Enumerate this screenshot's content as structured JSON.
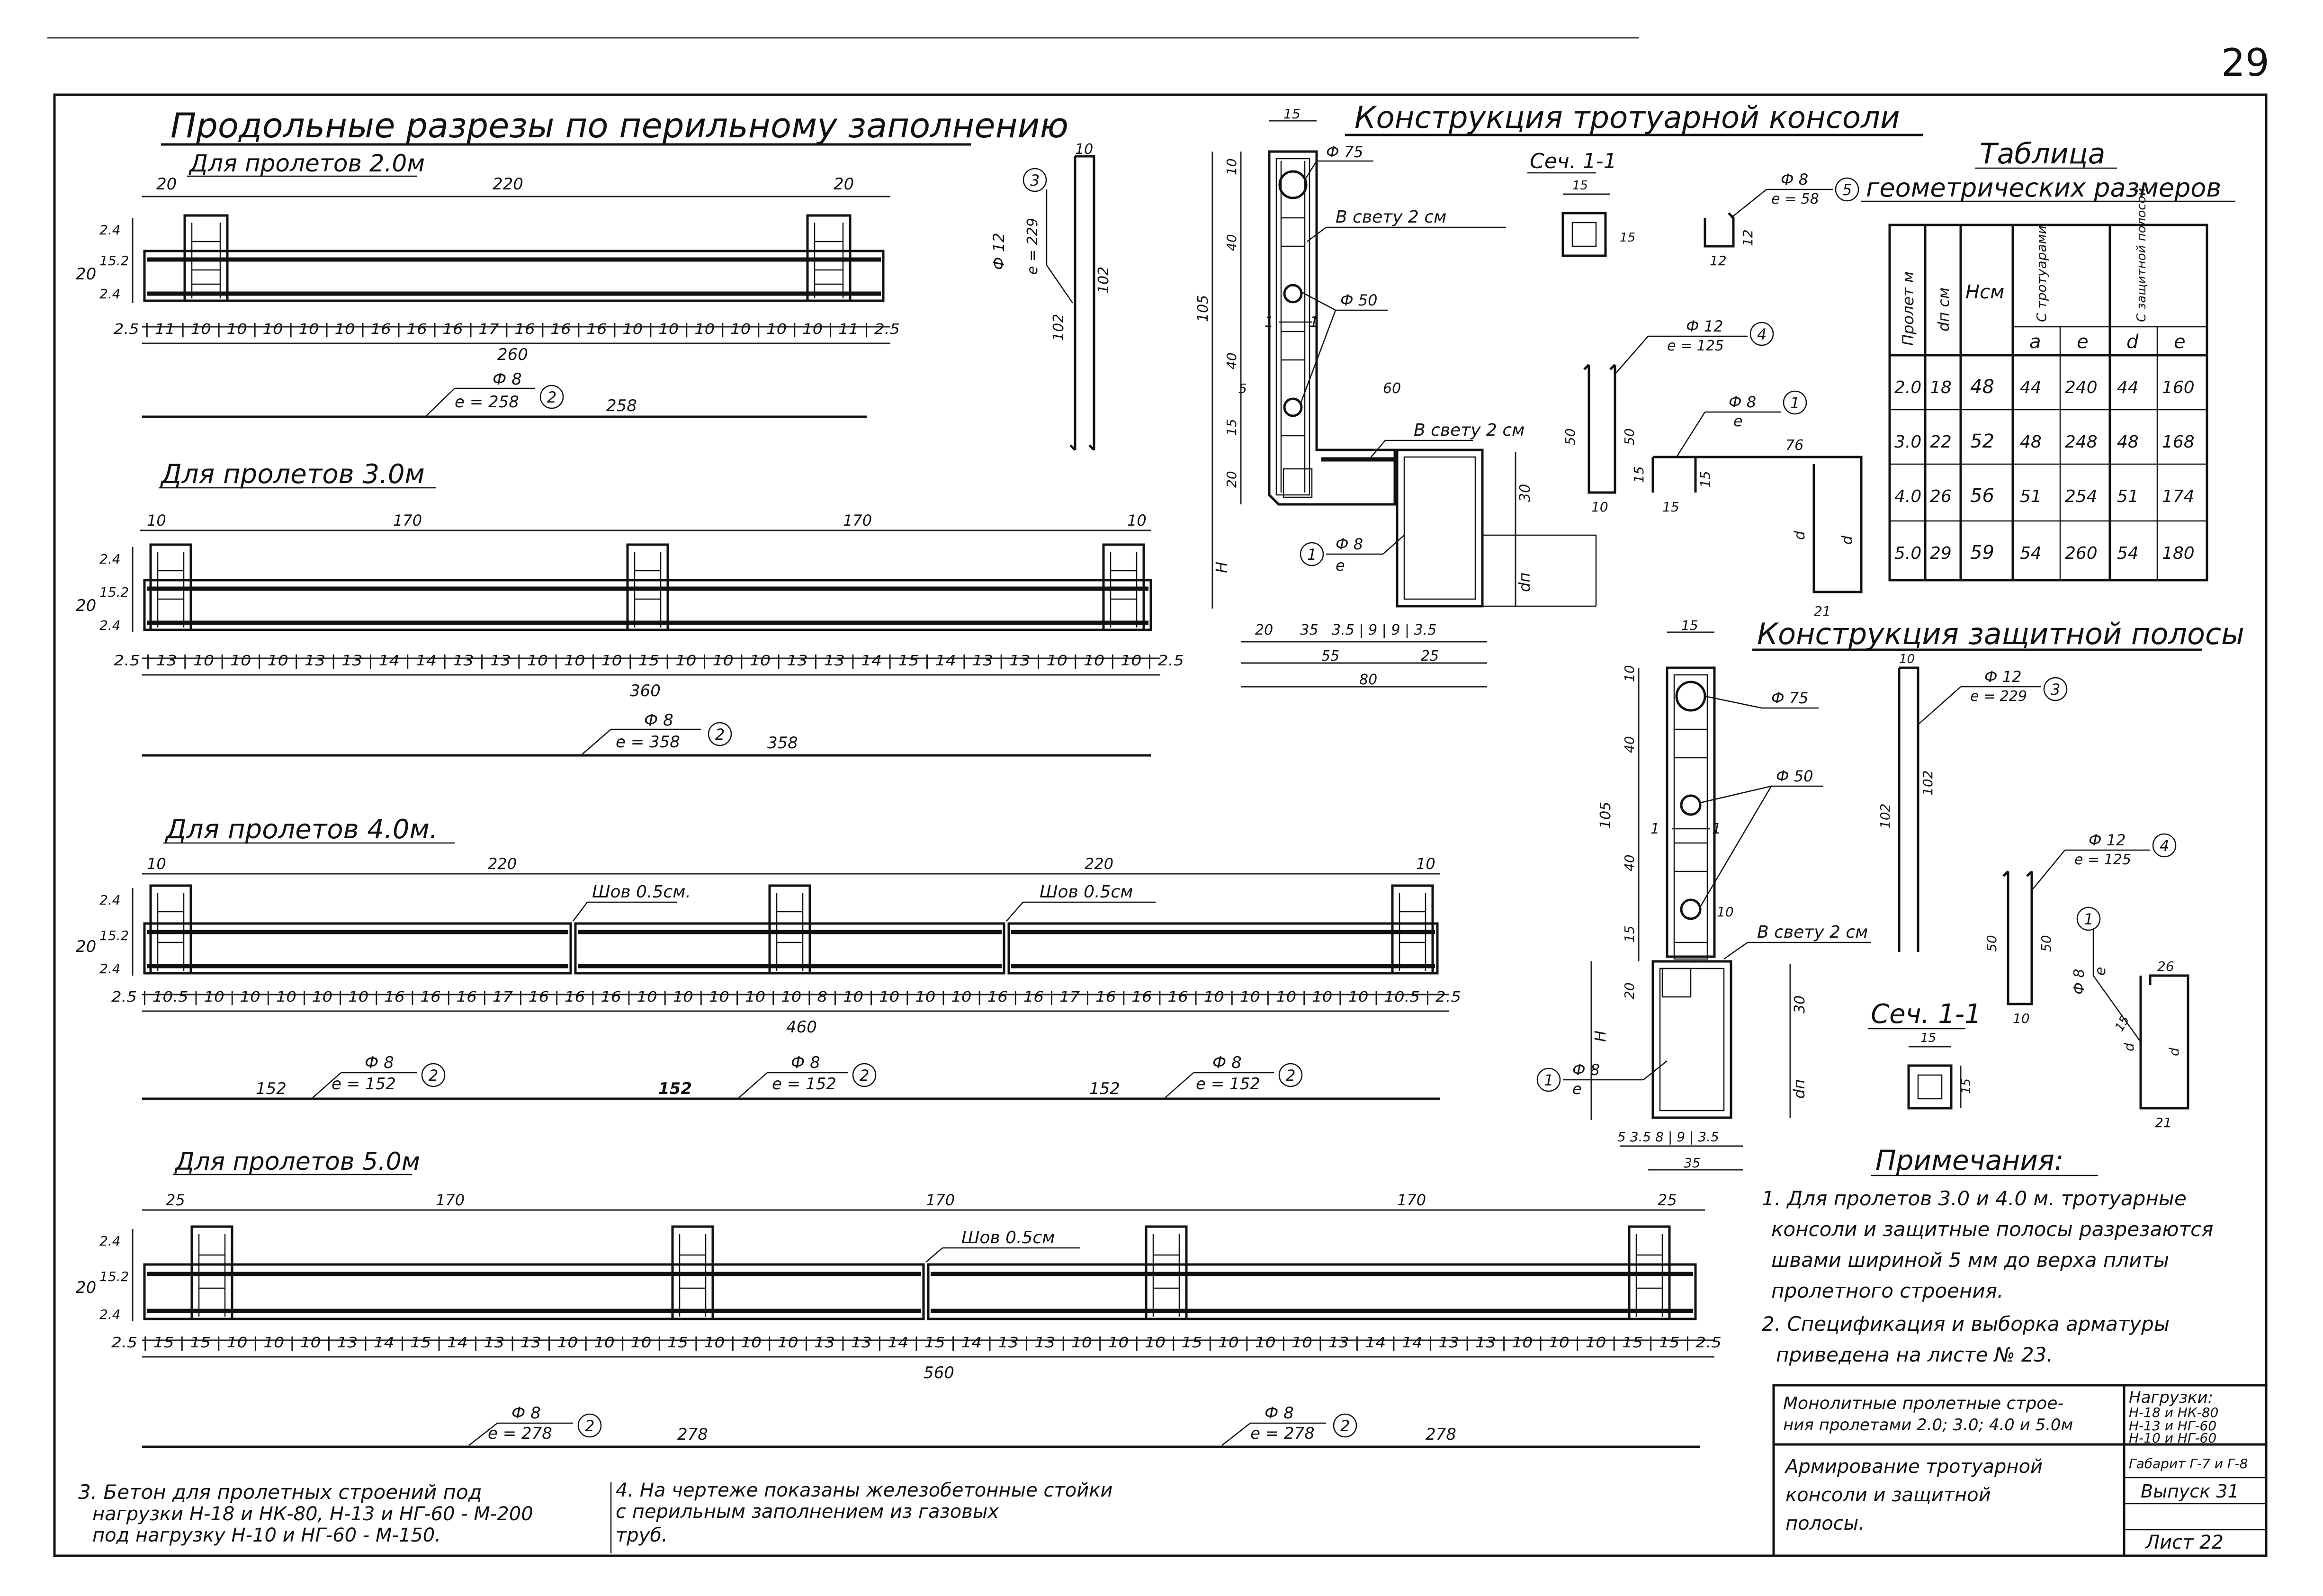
{
  "page_number": "29",
  "longitudinal": {
    "title": "Продольные разрезы по перильному заполнению",
    "span20": {
      "label": "Для пролетов 2.0м",
      "top_dims": [
        "20",
        "220",
        "20"
      ],
      "left_dims": [
        "2.4",
        "15.2",
        "2.4",
        "20"
      ],
      "bottom_dims": [
        "2.5",
        "11",
        "10",
        "10",
        "10",
        "10",
        "10",
        "16",
        "16",
        "16",
        "17",
        "16",
        "16",
        "16",
        "10",
        "10",
        "10",
        "10",
        "10",
        "10",
        "11",
        "2.5"
      ],
      "total": "260",
      "bar_diam": "Ф 8",
      "bar_len": "e = 258",
      "bar_mark": "2",
      "bar_total": "258"
    },
    "span30": {
      "label": "Для пролетов 3.0м",
      "top_dims": [
        "10",
        "170",
        "170",
        "10"
      ],
      "left_dims": [
        "2.4",
        "15.2",
        "2.4",
        "20"
      ],
      "bottom_dims": [
        "2.5",
        "13",
        "10",
        "10",
        "10",
        "13",
        "13",
        "14",
        "14",
        "13",
        "13",
        "10",
        "10",
        "10",
        "15",
        "10",
        "10",
        "10",
        "13",
        "13",
        "14",
        "15",
        "14",
        "13",
        "13",
        "10",
        "10",
        "10",
        "2.5"
      ],
      "total": "360",
      "bar_diam": "Ф 8",
      "bar_len": "e = 358",
      "bar_mark": "2",
      "bar_total": "358"
    },
    "span40": {
      "label": "Для пролетов 4.0м.",
      "top_dims": [
        "10",
        "220",
        "220",
        "10"
      ],
      "joint_left": "Шов 0.5см.",
      "joint_right": "Шов 0.5см",
      "left_dims": [
        "2.4",
        "15.2",
        "2.4",
        "20"
      ],
      "bottom_dims": [
        "2.5",
        "10.5",
        "10",
        "10",
        "10",
        "10",
        "10",
        "16",
        "16",
        "16",
        "17",
        "16",
        "16",
        "16",
        "10",
        "10",
        "10",
        "10",
        "10",
        "8",
        "10",
        "10",
        "10",
        "10",
        "16",
        "16",
        "17",
        "16",
        "16",
        "16",
        "10",
        "10",
        "10",
        "10",
        "10",
        "10.5",
        "2.5"
      ],
      "total": "460",
      "bars": [
        {
          "total": "152",
          "diam": "Ф 8",
          "len": "e = 152",
          "mark": "2"
        },
        {
          "total": "152",
          "diam": "Ф 8",
          "len": "e = 152",
          "mark": "2"
        },
        {
          "total": "152",
          "diam": "Ф 8",
          "len": "e = 152",
          "mark": "2"
        }
      ]
    },
    "span50": {
      "label": "Для пролетов 5.0м",
      "top_dims": [
        "25",
        "170",
        "170",
        "170",
        "25"
      ],
      "joint": "Шов 0.5см",
      "left_dims": [
        "2.4",
        "15.2",
        "2.4",
        "20"
      ],
      "bottom_dims": [
        "2.5",
        "15",
        "15",
        "10",
        "10",
        "10",
        "13",
        "14",
        "15",
        "14",
        "13",
        "13",
        "10",
        "10",
        "10",
        "15",
        "10",
        "10",
        "10",
        "13",
        "13",
        "14",
        "15",
        "14",
        "13",
        "13",
        "10",
        "10",
        "10",
        "15",
        "10",
        "10",
        "10",
        "13",
        "14",
        "14",
        "13",
        "13",
        "10",
        "10",
        "10",
        "15",
        "15",
        "2.5"
      ],
      "total": "560",
      "bars": [
        {
          "total": "278",
          "diam": "Ф 8",
          "len": "e = 278",
          "mark": "2"
        },
        {
          "total": "278",
          "diam": "Ф 8",
          "len": "e = 278",
          "mark": "2"
        }
      ]
    }
  },
  "bar3": {
    "diam": "Ф 12",
    "len": "e = 229",
    "mark": "3",
    "dims": [
      "10",
      "102",
      "102"
    ]
  },
  "console": {
    "title": "Конструкция тротуарной консоли",
    "section_label": "Сеч. 1-1",
    "section_dims": [
      "15",
      "15"
    ],
    "labels": {
      "pipe75": "Ф 75",
      "clear1": "В свету 2 см",
      "pipe50": "Ф 50",
      "clear2": "В свету 2 см",
      "bar1_diam": "Ф 8",
      "bar1_len": "e",
      "bar1_mark": "1",
      "h": "H",
      "dn": "dп"
    },
    "left_dims": [
      "10",
      "40",
      "40",
      "105",
      "5",
      "15",
      "20"
    ],
    "right_dims": [
      "60",
      "30"
    ],
    "bottom_dims": [
      "20",
      "35",
      "3.5",
      "9",
      "9",
      "3.5",
      "55",
      "25",
      "80"
    ]
  },
  "bar5": {
    "diam": "Ф 8",
    "len": "e = 58",
    "mark": "5",
    "dims": [
      "12",
      "12"
    ]
  },
  "bar4": {
    "diam": "Ф 12",
    "len": "e = 125",
    "mark": "4",
    "dims": [
      "50",
      "50",
      "10"
    ]
  },
  "bar1": {
    "diam": "Ф 8",
    "len": "e",
    "mark": "1",
    "dims": [
      "76",
      "15",
      "15",
      "15",
      "d",
      "d",
      "21"
    ]
  },
  "table": {
    "title": "Таблица",
    "subtitle": "геометрических размеров",
    "headers": [
      "Пролет м",
      "dп см",
      "Hсм",
      "С тротуарами",
      "С защитной полосой"
    ],
    "subheaders": [
      "a",
      "e",
      "d",
      "e"
    ],
    "rows": [
      [
        "2.0",
        "18",
        "48",
        "44",
        "240",
        "44",
        "160"
      ],
      [
        "3.0",
        "22",
        "52",
        "48",
        "248",
        "48",
        "168"
      ],
      [
        "4.0",
        "26",
        "56",
        "51",
        "254",
        "51",
        "174"
      ],
      [
        "5.0",
        "29",
        "59",
        "54",
        "260",
        "54",
        "180"
      ]
    ]
  },
  "strip": {
    "title": "Конструкция защитной полосы",
    "section_label": "Сеч. 1-1",
    "section_dims": [
      "15",
      "15"
    ],
    "labels": {
      "pipe75": "Ф 75",
      "pipe50": "Ф 50",
      "clear": "В свету 2 см",
      "ten": "10",
      "bar1_diam": "Ф 8",
      "bar1_len": "e",
      "bar1_mark": "1",
      "h": "H",
      "dn": "dп"
    },
    "left_dims": [
      "15",
      "10",
      "40",
      "40",
      "105",
      "15",
      "20"
    ],
    "right_dims": [
      "30"
    ],
    "bottom_dims": [
      "5",
      "3.5",
      "8",
      "9",
      "3.5",
      "35"
    ],
    "bar3": {
      "diam": "Ф 12",
      "len": "e = 229",
      "mark": "3",
      "dims": [
        "10",
        "102",
        "102"
      ]
    },
    "bar4": {
      "diam": "Ф 12",
      "len": "e = 125",
      "mark": "4",
      "dims": [
        "50",
        "50",
        "10"
      ]
    },
    "bar1": {
      "diam": "Ф 8",
      "len": "e",
      "mark": "1",
      "dims": [
        "26",
        "15",
        "d",
        "d",
        "21"
      ]
    }
  },
  "notes": {
    "title": "Примечания:",
    "items": [
      "1. Для пролетов 3.0 и 4.0 м. тротуарные",
      "консоли и защитные полосы разрезаются",
      "швами шириной 5 мм до верха плиты",
      "пролетного строения.",
      "2. Спецификация и выборка арматуры",
      "приведена на листе № 23."
    ],
    "note3": [
      "3. Бетон для пролетных строений под",
      "нагрузки Н-18 и НК-80, Н-13 и НГ-60 - М-200",
      "под нагрузку Н-10 и НГ-60 - М-150."
    ],
    "note4": [
      "4. На чертеже показаны железобетонные стойки",
      "с перильным заполнением из газовых",
      "труб."
    ]
  },
  "stamp": {
    "project": [
      "Монолитные пролетные строе-",
      "ния пролетами 2.0; 3.0; 4.0 и 5.0м"
    ],
    "loads": [
      "Нагрузки:",
      "Н-18 и НК-80",
      "Н-13 и НГ-60",
      "Н-10 и НГ-60"
    ],
    "sheet_title": [
      "Армирование тротуарной",
      "консоли и защитной",
      "полосы."
    ],
    "gabarit": "Габарит Г-7 и Г-8",
    "issue": "Выпуск 31",
    "sheet": "Лист 22"
  }
}
